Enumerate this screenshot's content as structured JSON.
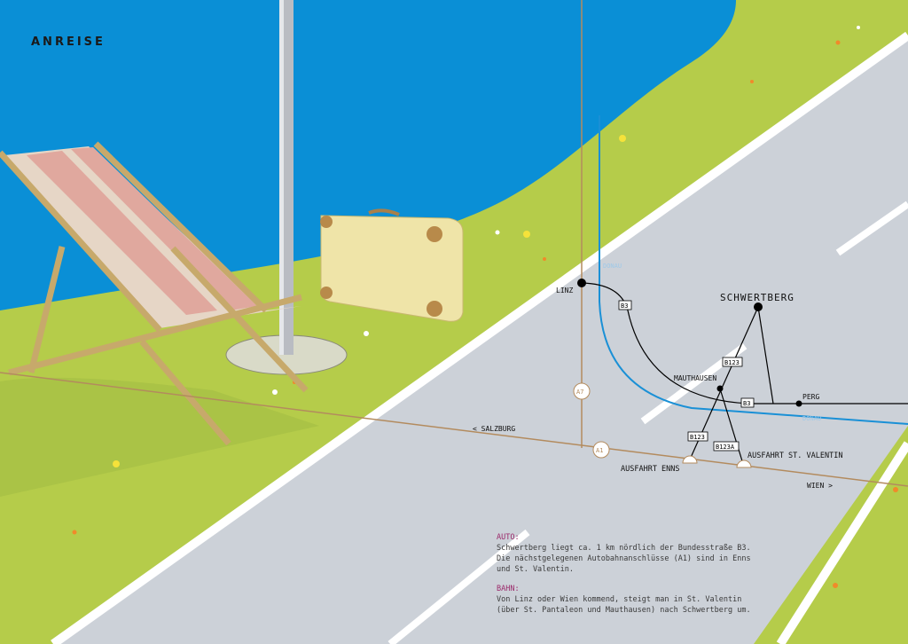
{
  "page": {
    "title": "ANREISE"
  },
  "colors": {
    "sky": "#0a8fd6",
    "grass": "#b5cc4a",
    "road": "#ccd1d8",
    "route": "#000000",
    "danube": "#1a90d6",
    "highway": "#b38b5e",
    "info_heading": "#9b2a6b"
  },
  "map": {
    "linz": "LINZ",
    "schwertberg": "SCHWERTBERG",
    "mauthausen": "MAUTHAUSEN",
    "perg": "PERG",
    "donau_top": "DONAU",
    "donau_bottom": "DONAU",
    "salzburg": "< SALZBURG",
    "wien": "WIEN >",
    "exit_enns": "AUSFAHRT ENNS",
    "exit_st_valentin": "AUSFAHRT ST. VALENTIN",
    "road_b3_a": "B3",
    "road_b3_b": "B3",
    "road_b123_a": "B123",
    "road_b123_b": "B123",
    "road_b123a": "B123A",
    "motorway_a7": "A7",
    "motorway_a1": "A1"
  },
  "info": {
    "auto_heading": "AUTO:",
    "auto_line1": "Schwertberg liegt ca. 1 km nördlich der Bundesstraße B3.",
    "auto_line2": "Die nächstgelegenen Autobahnanschlüsse (A1) sind in Enns",
    "auto_line3": "und St. Valentin.",
    "bahn_heading": "BAHN:",
    "bahn_line1": "Von Linz oder Wien kommend, steigt man in St. Valentin",
    "bahn_line2": "(über St. Pantaleon und Mauthausen) nach Schwertberg um."
  }
}
